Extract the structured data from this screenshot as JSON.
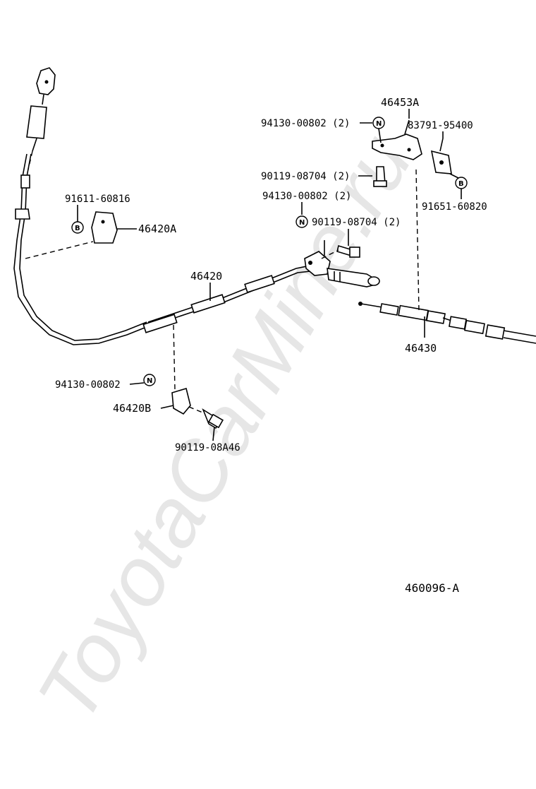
{
  "watermark": "ToyotaCarMine.ru",
  "figure_ref": "460096-A",
  "callouts": {
    "p46453A": "46453A",
    "p94130_top": "94130-00802 (2)",
    "p83791": "83791-95400",
    "p90119_top": "90119-08704 (2)",
    "p91651": "91651-60820",
    "p94130_mid": "94130-00802 (2)",
    "p90119_mid": "90119-08704 (2)",
    "p91611": "91611-60816",
    "p46420A": "46420A",
    "p46420": "46420",
    "p46430": "46430",
    "p94130_low": "94130-00802",
    "p46420B": "46420B",
    "p90119_low": "90119-08A46"
  },
  "badges": {
    "nut": "N",
    "bolt": "B"
  }
}
